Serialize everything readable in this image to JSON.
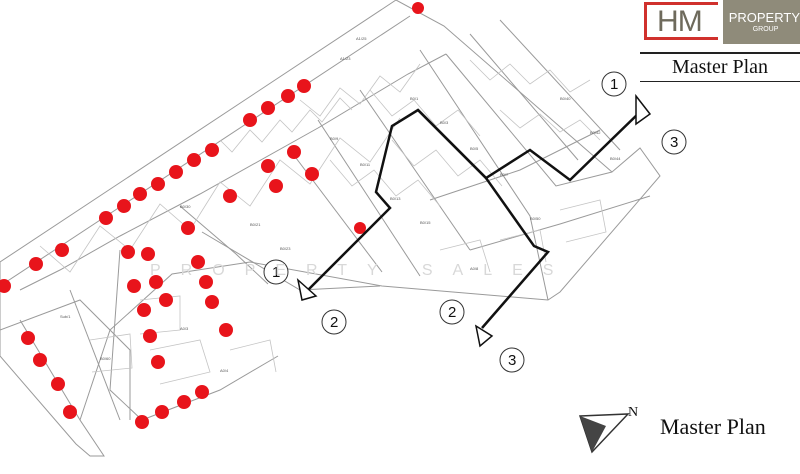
{
  "logo": {
    "mark": "HM",
    "name_line1": "PROPERTY",
    "name_line2": "GROUP"
  },
  "title_top": "Master Plan",
  "title_bottom": "Master Plan",
  "compass": {
    "north_label": "N"
  },
  "watermark": "PROPERTY SALES",
  "section_markers": {
    "left": [
      "1",
      "2"
    ],
    "middle": [
      "2",
      "3"
    ],
    "right": [
      "1",
      "3"
    ]
  },
  "colors": {
    "sold_dot": "#e8141b",
    "section_line": "#111111",
    "lot_line": "#9a9a9a",
    "logo_red": "#d0312d",
    "logo_grey": "#8f8b7a"
  }
}
